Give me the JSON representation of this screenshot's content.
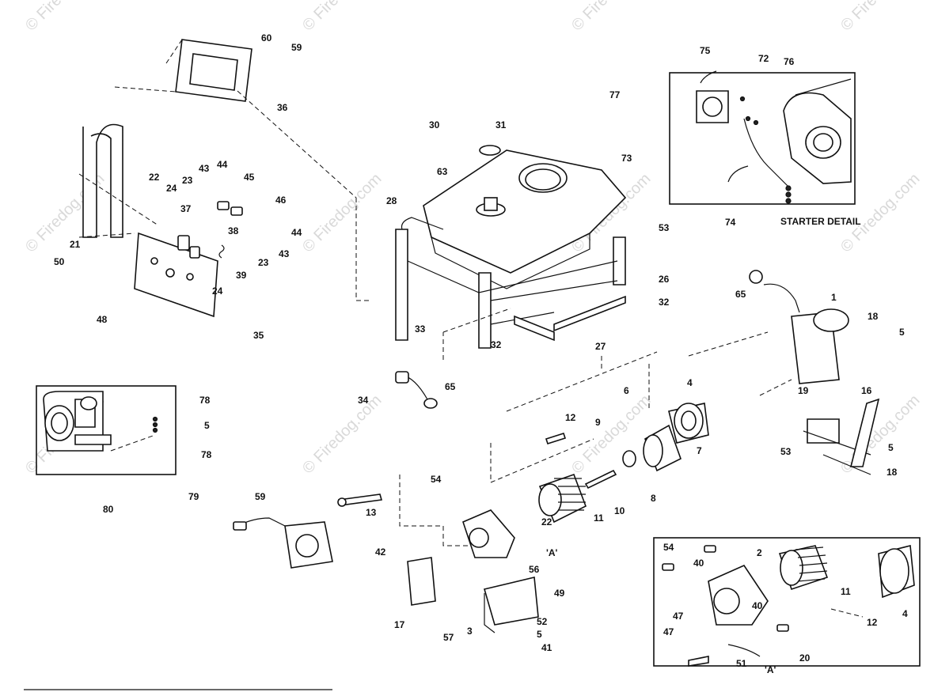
{
  "watermark": "© Firedog.com",
  "detail_titles": {
    "starter": "STARTER DETAIL",
    "ref_a1": "'A'",
    "ref_a2": "'A'"
  },
  "callouts": [
    "60",
    "59",
    "36",
    "30",
    "31",
    "63",
    "28",
    "22",
    "24",
    "23",
    "43",
    "44",
    "45",
    "46",
    "37",
    "38",
    "44",
    "43",
    "21",
    "50",
    "23",
    "39",
    "24",
    "48",
    "35",
    "33",
    "32",
    "26",
    "32",
    "27",
    "53",
    "75",
    "72",
    "76",
    "77",
    "73",
    "74",
    "65",
    "1",
    "18",
    "5",
    "34",
    "65",
    "6",
    "4",
    "19",
    "16",
    "53",
    "5",
    "18",
    "12",
    "9",
    "7",
    "8",
    "10",
    "54",
    "13",
    "11",
    "22",
    "59",
    "42",
    "56",
    "49",
    "17",
    "52",
    "57",
    "3",
    "5",
    "41",
    "78",
    "5",
    "78",
    "79",
    "80",
    "54",
    "40",
    "2",
    "11",
    "40",
    "47",
    "47",
    "51",
    "20",
    "12",
    "4"
  ]
}
